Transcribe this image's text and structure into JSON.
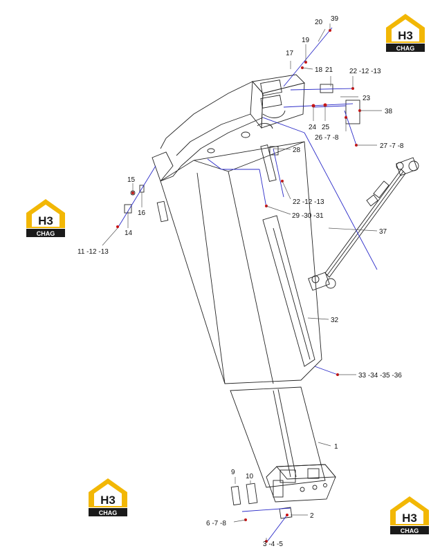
{
  "diagram": {
    "labels": {
      "l1": "1",
      "l2": "2",
      "l3": "3 -4 -5",
      "l6": "6 -7 -8",
      "l9": "9",
      "l10": "10",
      "l11": "11  -12  -13",
      "l14": "14",
      "l15": "15",
      "l16": "16",
      "l17": "17",
      "l18": "18",
      "l19": "19",
      "l20": "20",
      "l21": "21",
      "l22a": "22  -12  -13",
      "l22b": "22  -12  -13",
      "l23": "23",
      "l24": "24",
      "l25": "25",
      "l26": "26  -7 -8",
      "l27": "27  -7 -8",
      "l28": "28",
      "l29": "29  -30  -31",
      "l32": "32",
      "l33": "33  -34  -35  -36",
      "l37": "37",
      "l38": "38",
      "l39": "39"
    }
  },
  "logo": {
    "h3": "H3",
    "brand": "CHAG",
    "accent": "#f2b705",
    "dark": "#1a1a1a"
  },
  "colors": {
    "line": "#222222",
    "blue": "#2a2ac8",
    "red": "#cc1111"
  }
}
